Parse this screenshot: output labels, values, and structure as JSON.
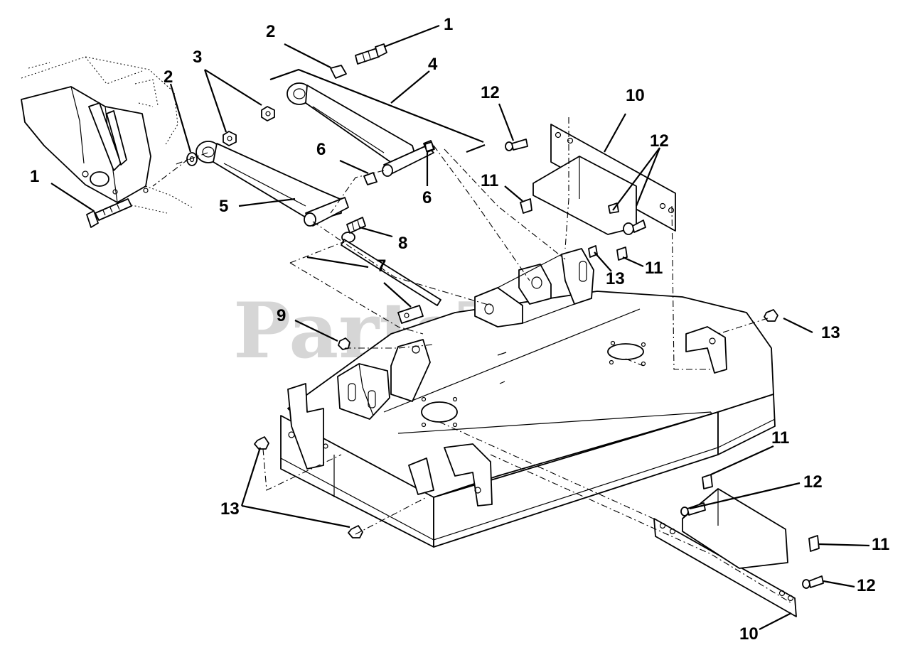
{
  "watermark": {
    "text": "PartsTree",
    "trademark": "™"
  },
  "callouts": [
    {
      "id": "c1a",
      "text": "1"
    },
    {
      "id": "c1b",
      "text": "1"
    },
    {
      "id": "c2a",
      "text": "2"
    },
    {
      "id": "c2b",
      "text": "2"
    },
    {
      "id": "c3",
      "text": "3"
    },
    {
      "id": "c4",
      "text": "4"
    },
    {
      "id": "c5",
      "text": "5"
    },
    {
      "id": "c6a",
      "text": "6"
    },
    {
      "id": "c6b",
      "text": "6"
    },
    {
      "id": "c7",
      "text": "7"
    },
    {
      "id": "c8",
      "text": "8"
    },
    {
      "id": "c9",
      "text": "9"
    },
    {
      "id": "c10a",
      "text": "10"
    },
    {
      "id": "c10b",
      "text": "10"
    },
    {
      "id": "c11a",
      "text": "11"
    },
    {
      "id": "c11b",
      "text": "11"
    },
    {
      "id": "c11c",
      "text": "11"
    },
    {
      "id": "c11d",
      "text": "11"
    },
    {
      "id": "c12a",
      "text": "12"
    },
    {
      "id": "c12b",
      "text": "12"
    },
    {
      "id": "c12c",
      "text": "12"
    },
    {
      "id": "c12d",
      "text": "12"
    },
    {
      "id": "c13a",
      "text": "13"
    },
    {
      "id": "c13b",
      "text": "13"
    },
    {
      "id": "c13c",
      "text": "13"
    }
  ]
}
